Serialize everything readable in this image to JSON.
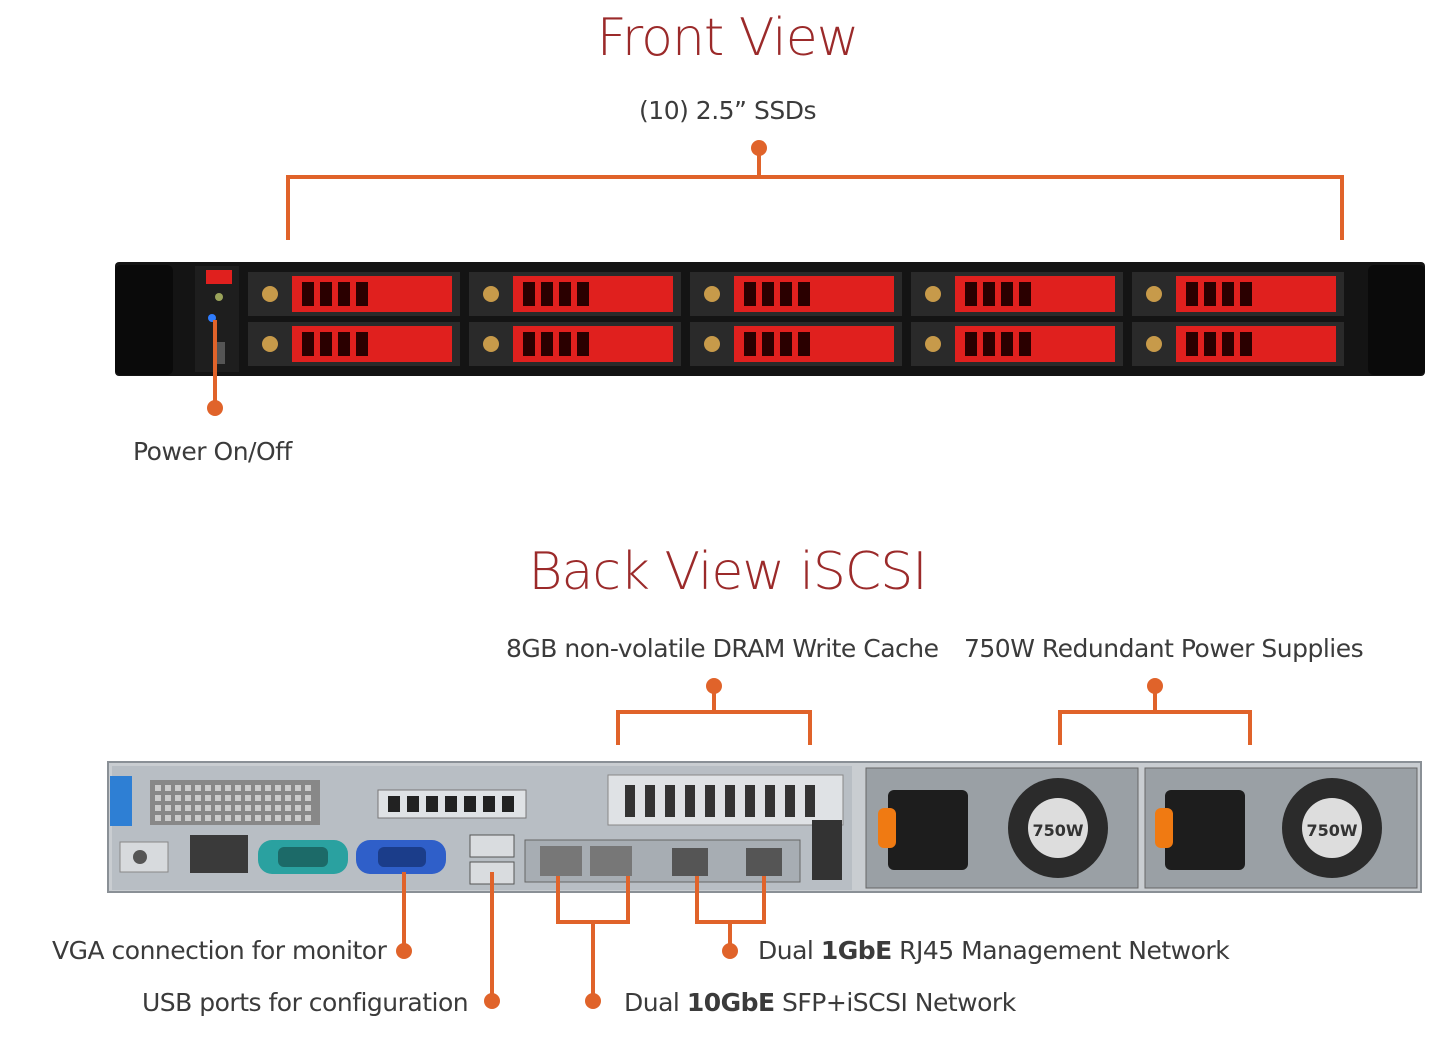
{
  "front": {
    "title": "Front View",
    "ssd_label": "(10) 2.5” SSDs",
    "power_label": "Power On/Off"
  },
  "back": {
    "title": "Back View iSCSI",
    "cache_label": "8GB non-volatile DRAM Write Cache",
    "psu_label": "750W Redundant Power Supplies",
    "psu_badge": "750W",
    "vga_label": "VGA connection for monitor",
    "usb_label": "USB ports for configuration",
    "mgmt_prefix": "Dual ",
    "mgmt_bold": "1GbE",
    "mgmt_suffix": " RJ45 Management Network",
    "iscsi_prefix": "Dual ",
    "iscsi_bold": "10GbE",
    "iscsi_suffix": " SFP+iSCSI Network"
  },
  "colors": {
    "title": "#9b2a2a",
    "callout": "#e0632a",
    "drive_red": "#e0201e",
    "chassis": "#1a1a1a"
  }
}
